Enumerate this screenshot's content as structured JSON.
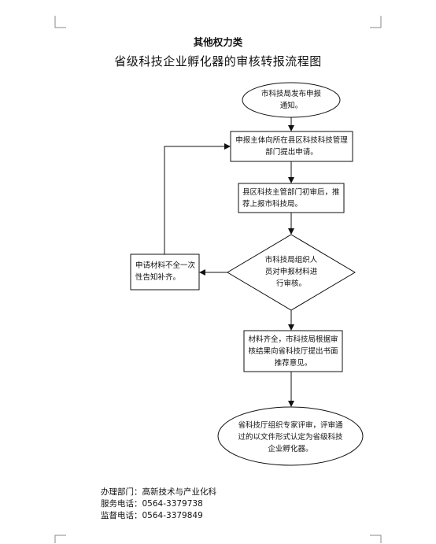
{
  "document": {
    "category_heading": "其他权力类",
    "title": "省级科技企业孵化器的审核转报流程图"
  },
  "flow": {
    "start": "市科技局发布申报通知。",
    "step1": "申报主体向所在县区科技科技管理部门提出申请。",
    "step2": "县区科技主管部门初审后，推荐上报市科技局。",
    "decision": "市科技局组织人员对申报材料进行审核。",
    "incomplete": "申请材料不全一次性告知补齐。",
    "step3": "材料齐全，市科技局根据审核结果向省科技厅提出书面推荐意见。",
    "end": "省科技厅组织专家评审，评审通过的以文件形式认定为省级科技企业孵化器。"
  },
  "footer": {
    "department_label": "办理部门：",
    "department_value": "高新技术与产业化科",
    "service_phone_label": "服务电话：",
    "service_phone_value": "0564-3379738",
    "supervision_phone_label": "监督电话：",
    "supervision_phone_value": "0564-3379849"
  }
}
